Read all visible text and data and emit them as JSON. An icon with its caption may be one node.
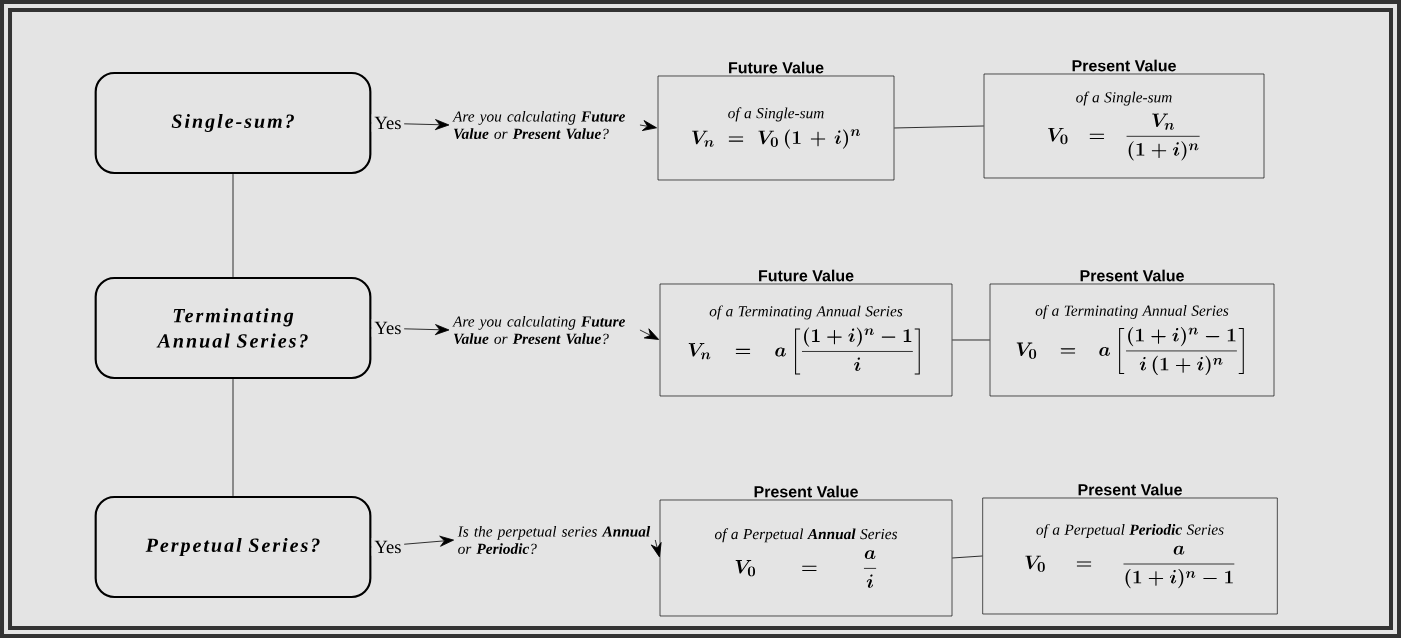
{
  "diagram": {
    "nodes": [
      {
        "text": [
          "Single-sum?"
        ]
      },
      {
        "text": [
          "Are you calculating **Future Value** or **Present Value**?"
        ]
      },
      {
        "text": [
          "Future Value",
          "of a Single-sum",
          "V_n = V_0\\,(1+i)^n"
        ]
      },
      {
        "text": [
          "Present Value",
          "of a Single-sum",
          "V_0 = \\frac{V_n}{(1+i)^n}"
        ]
      },
      {
        "text": [
          "Terminating Annual Series?"
        ]
      },
      {
        "text": [
          "Are you calculating **Future Value** or **Present Value**?"
        ]
      },
      {
        "text": [
          "Future Value",
          "of a Terminating Annual Series",
          "V_n \\;=\\; a\\left[\\frac{(1+i)^n - 1}{i}\\right]"
        ]
      },
      {
        "text": [
          "Present Value",
          "of a Terminating Annual Series",
          "V_0 \\;=\\; a\\left[\\frac{(1+i)^n - 1}{i\\,(1+i)^n}\\right]"
        ]
      },
      {
        "text": [
          "Perpetual Series?"
        ]
      },
      {
        "text": [
          "Is the perpetual series **Annual** or **Periodic**?"
        ]
      },
      {
        "text": [
          "Present Value",
          "of a Perpetual **Annual** Series",
          "V_0 \\;=\\; \\frac{a}{i}"
        ]
      },
      {
        "text": [
          "Present Value",
          "of a Perpetual **Periodic** Series",
          "V_0 \\;=\\; \\frac{a}{(1+i)^n - 1}"
        ]
      }
    ],
    "edges": [
      {
        "from": 0,
        "to": 1,
        "arrow": "to",
        "label": "Yes"
      },
      {
        "from": 1,
        "to": 2,
        "arrow": "to"
      },
      {
        "from": 2,
        "to": 3,
        "arrow": "none"
      },
      {
        "from": 0,
        "to": 4,
        "arrow": "none"
      },
      {
        "from": 4,
        "to": 5,
        "arrow": "to",
        "label": "Yes"
      },
      {
        "from": 5,
        "to": 6,
        "arrow": "to"
      },
      {
        "from": 6,
        "to": 7,
        "arrow": "none"
      },
      {
        "from": 4,
        "to": 8,
        "arrow": "none"
      },
      {
        "from": 8,
        "to": 9,
        "arrow": "to",
        "label": "Yes"
      },
      {
        "from": 9,
        "to": 10,
        "arrow": "to"
      },
      {
        "from": 10,
        "to": 11,
        "arrow": "none"
      }
    ]
  }
}
